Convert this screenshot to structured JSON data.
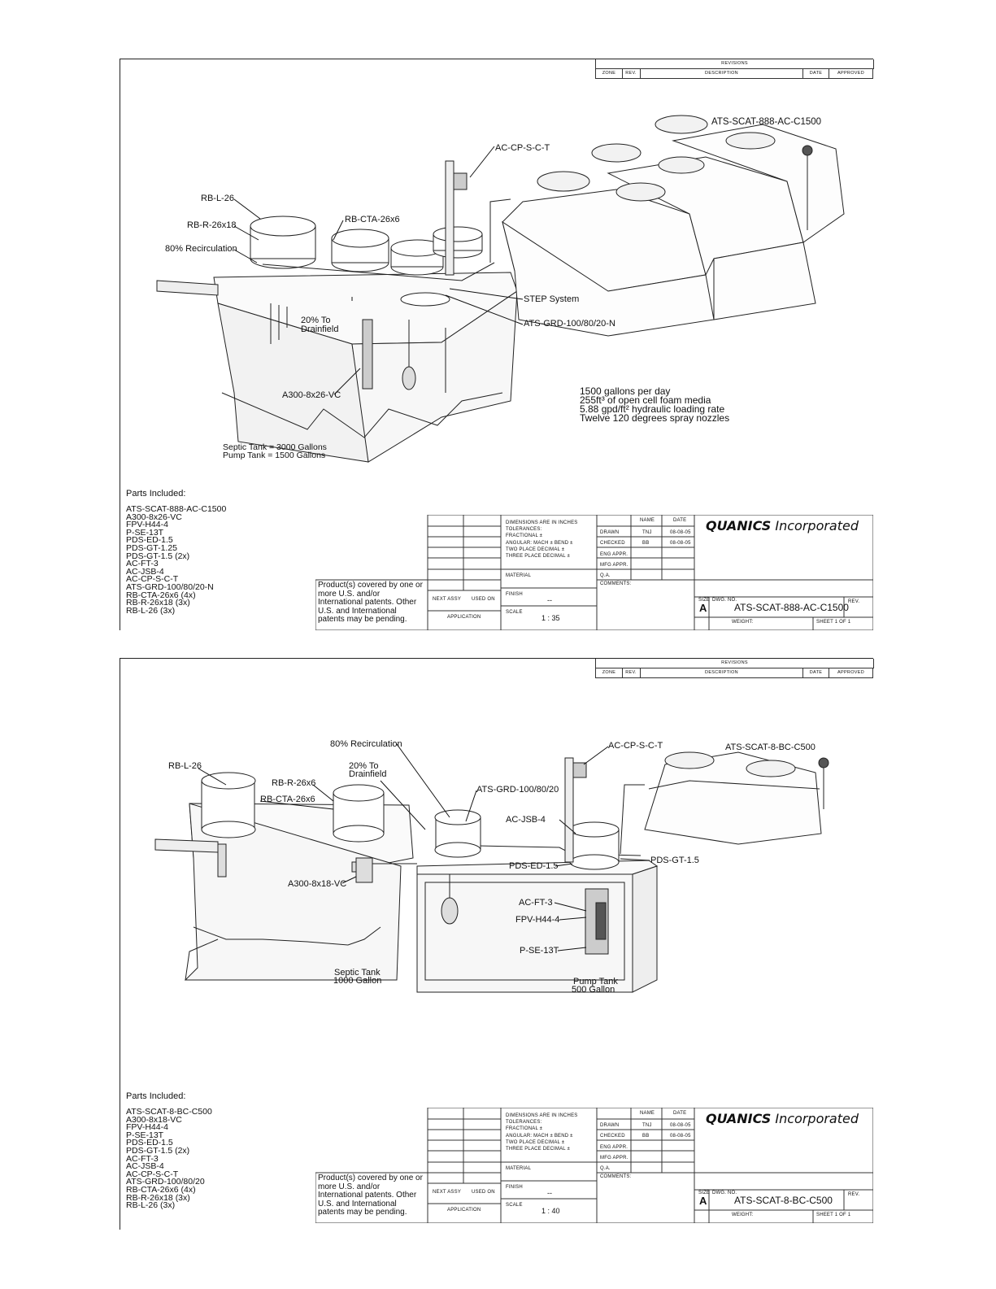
{
  "sheets": [
    {
      "revisions": {
        "title": "REVISIONS",
        "zone": "ZONE",
        "rev": "REV.",
        "description": "DESCRIPTION",
        "date": "DATE",
        "approved": "APPROVED"
      },
      "callouts": [
        "ATS-SCAT-888-AC-C1500",
        "AC-CP-S-C-T",
        "RB-L-26",
        "RB-R-26x18",
        "RB-CTA-26x6",
        "80% Recirculation",
        "STEP System",
        "ATS-GRD-100/80/20-N",
        "20% To",
        "Drainfield",
        "A300-8x26-VC"
      ],
      "specs": [
        "1500 gallons per day",
        "255ft³ of open cell foam media",
        "5.88 gpd/ft² hydraulic loading rate",
        "Twelve 120 degrees spray nozzles"
      ],
      "tank_notes": [
        "Septic Tank = 3000 Gallons",
        "Pump Tank = 1500 Gallons"
      ],
      "parts_title": "Parts Included:",
      "parts": [
        "ATS-SCAT-888-AC-C1500",
        "A300-8x26-VC",
        "FPV-H44-4",
        "P-SE-13T",
        "PDS-ED-1.5",
        "PDS-GT-1.25",
        "PDS-GT-1.5 (2x)",
        "AC-FT-3",
        "AC-JSB-4",
        "AC-CP-S-C-T",
        "ATS-GRD-100/80/20-N",
        "RB-CTA-26x6 (4x)",
        "RB-R-26x18 (3x)",
        "RB-L-26 (3x)"
      ],
      "title_block": {
        "patent": "Product(s) covered by one or more U.S. and/or International patents. Other U.S. and International patents may be pending.",
        "next_assy": "NEXT ASSY",
        "used_on": "USED ON",
        "application": "APPLICATION",
        "dims": [
          "DIMENSIONS ARE IN INCHES",
          "TOLERANCES:",
          "FRACTIONAL ±",
          "ANGULAR: MACH ±   BEND ±",
          "TWO PLACE DECIMAL   ±",
          "THREE PLACE DECIMAL  ±"
        ],
        "material": "MATERIAL",
        "finish": "FINISH",
        "finish_value": "--",
        "scale": "SCALE",
        "scale_value": "1 : 35",
        "name_hdr": "NAME",
        "date_hdr": "DATE",
        "rows": [
          [
            "DRAWN",
            "TNJ",
            "08-08-05"
          ],
          [
            "CHECKED",
            "BB",
            "08-08-05"
          ],
          [
            "ENG APPR.",
            "",
            ""
          ],
          [
            "MFG APPR.",
            "",
            ""
          ],
          [
            "Q.A.",
            "",
            ""
          ]
        ],
        "comments": "COMMENTS:",
        "company_bold": "QUANICS",
        "company_rest": " Incorporated",
        "size_lbl": "SIZE",
        "size": "A",
        "dwg_lbl": "DWG. NO.",
        "dwg_no": "ATS-SCAT-888-AC-C1500",
        "rev_lbl": "REV.",
        "weight": "WEIGHT:",
        "sheet": "SHEET 1 OF 1"
      }
    },
    {
      "revisions": {
        "title": "REVISIONS",
        "zone": "ZONE",
        "rev": "REV.",
        "description": "DESCRIPTION",
        "date": "DATE",
        "approved": "APPROVED"
      },
      "callouts": [
        "80% Recirculation",
        "AC-CP-S-C-T",
        "ATS-SCAT-8-BC-C500",
        "RB-L-26",
        "20% To",
        "Drainfield",
        "RB-R-26x6",
        "ATS-GRD-100/80/20",
        "RB-CTA-26x6",
        "AC-JSB-4",
        "PDS-GT-1.5",
        "PDS-ED-1.5",
        "A300-8x18-VC",
        "AC-FT-3",
        "FPV-H44-4",
        "P-SE-13T"
      ],
      "tank_notes": [
        "Septic Tank",
        "1000 Gallon",
        "Pump Tank",
        "500 Gallon"
      ],
      "parts_title": "Parts Included:",
      "parts": [
        "ATS-SCAT-8-BC-C500",
        "A300-8x18-VC",
        "FPV-H44-4",
        "P-SE-13T",
        "PDS-ED-1.5",
        "PDS-GT-1.5 (2x)",
        "AC-FT-3",
        "AC-JSB-4",
        "AC-CP-S-C-T",
        "ATS-GRD-100/80/20",
        "RB-CTA-26x6 (4x)",
        "RB-R-26x18 (3x)",
        "RB-L-26 (3x)"
      ],
      "title_block": {
        "patent": "Product(s) covered by one or more U.S. and/or International patents. Other U.S. and International patents may be pending.",
        "next_assy": "NEXT ASSY",
        "used_on": "USED ON",
        "application": "APPLICATION",
        "dims": [
          "DIMENSIONS ARE IN INCHES",
          "TOLERANCES:",
          "FRACTIONAL ±",
          "ANGULAR: MACH ±   BEND ±",
          "TWO PLACE DECIMAL   ±",
          "THREE PLACE DECIMAL  ±"
        ],
        "material": "MATERIAL",
        "finish": "FINISH",
        "finish_value": "--",
        "scale": "SCALE",
        "scale_value": "1 : 40",
        "name_hdr": "NAME",
        "date_hdr": "DATE",
        "rows": [
          [
            "DRAWN",
            "TNJ",
            "08-08-05"
          ],
          [
            "CHECKED",
            "BB",
            "08-08-05"
          ],
          [
            "ENG APPR.",
            "",
            ""
          ],
          [
            "MFG APPR.",
            "",
            ""
          ],
          [
            "Q.A.",
            "",
            ""
          ]
        ],
        "comments": "COMMENTS:",
        "company_bold": "QUANICS",
        "company_rest": " Incorporated",
        "size_lbl": "SIZE",
        "size": "A",
        "dwg_lbl": "DWG. NO.",
        "dwg_no": "ATS-SCAT-8-BC-C500",
        "rev_lbl": "REV.",
        "weight": "WEIGHT:",
        "sheet": "SHEET 1 OF 1"
      }
    }
  ]
}
